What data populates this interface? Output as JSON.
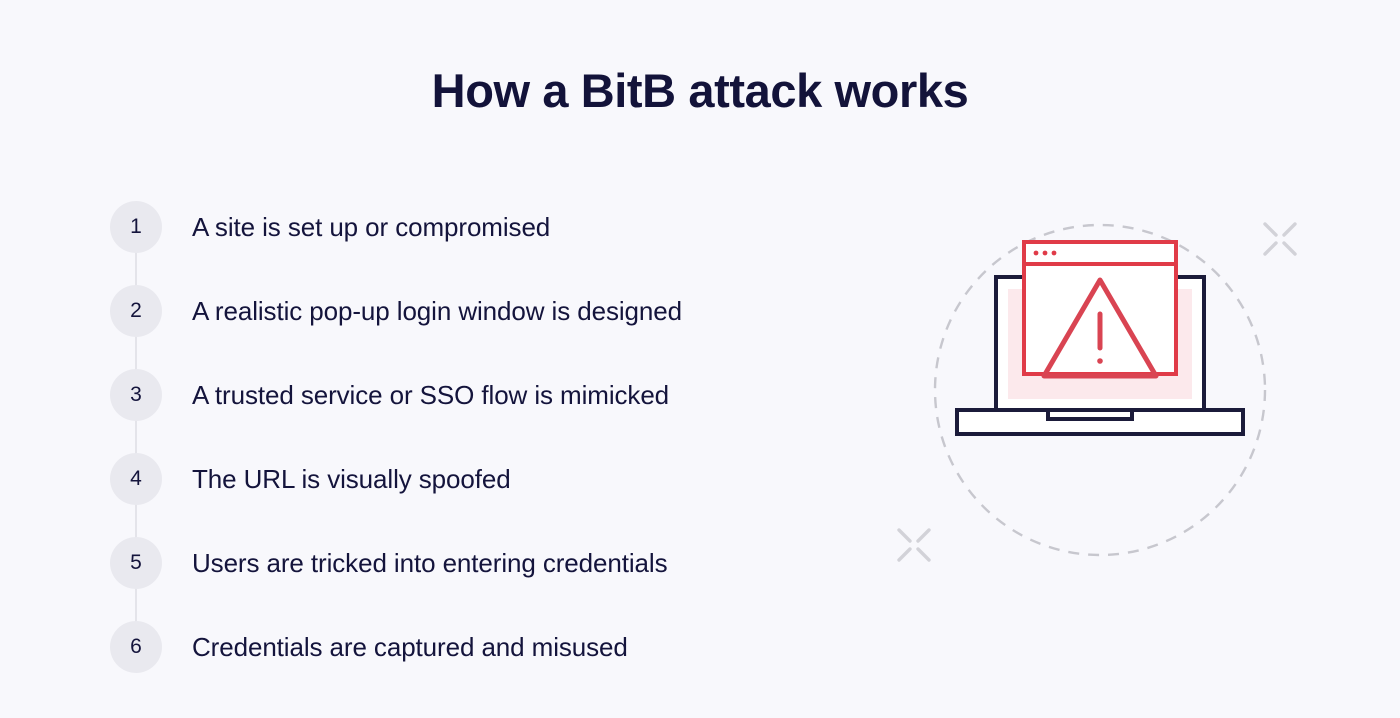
{
  "theme": {
    "background": "#f8f8fc",
    "ink": "#14143c",
    "title_color": "#13133a",
    "badge_bg": "#e9e9ef",
    "connector": "#e4e4ea",
    "accent_red": "#e03b48",
    "screen_pink": "#fce9ec",
    "dashed_gray": "#c7c7ce",
    "laptop_navy": "#1b1b3a"
  },
  "header": {
    "title": "How a BitB attack works"
  },
  "steps": [
    {
      "number": "1",
      "label": "A site is set up or compromised"
    },
    {
      "number": "2",
      "label": "A realistic pop-up login window is designed"
    },
    {
      "number": "3",
      "label": "A trusted service or SSO flow is mimicked"
    },
    {
      "number": "4",
      "label": "The URL is visually spoofed"
    },
    {
      "number": "5",
      "label": "Users are tricked into entering credentials"
    },
    {
      "number": "6",
      "label": "Credentials are captured and misused"
    }
  ],
  "illustration": {
    "name": "browser-in-the-browser-warning-illustration",
    "elements": [
      "dashed-circle",
      "laptop",
      "laptop-screen-pink-fill",
      "browser-popup-window",
      "browser-titlebar-dots",
      "warning-triangle-icon",
      "sparkle-x-top-right",
      "sparkle-x-bottom-left"
    ]
  }
}
